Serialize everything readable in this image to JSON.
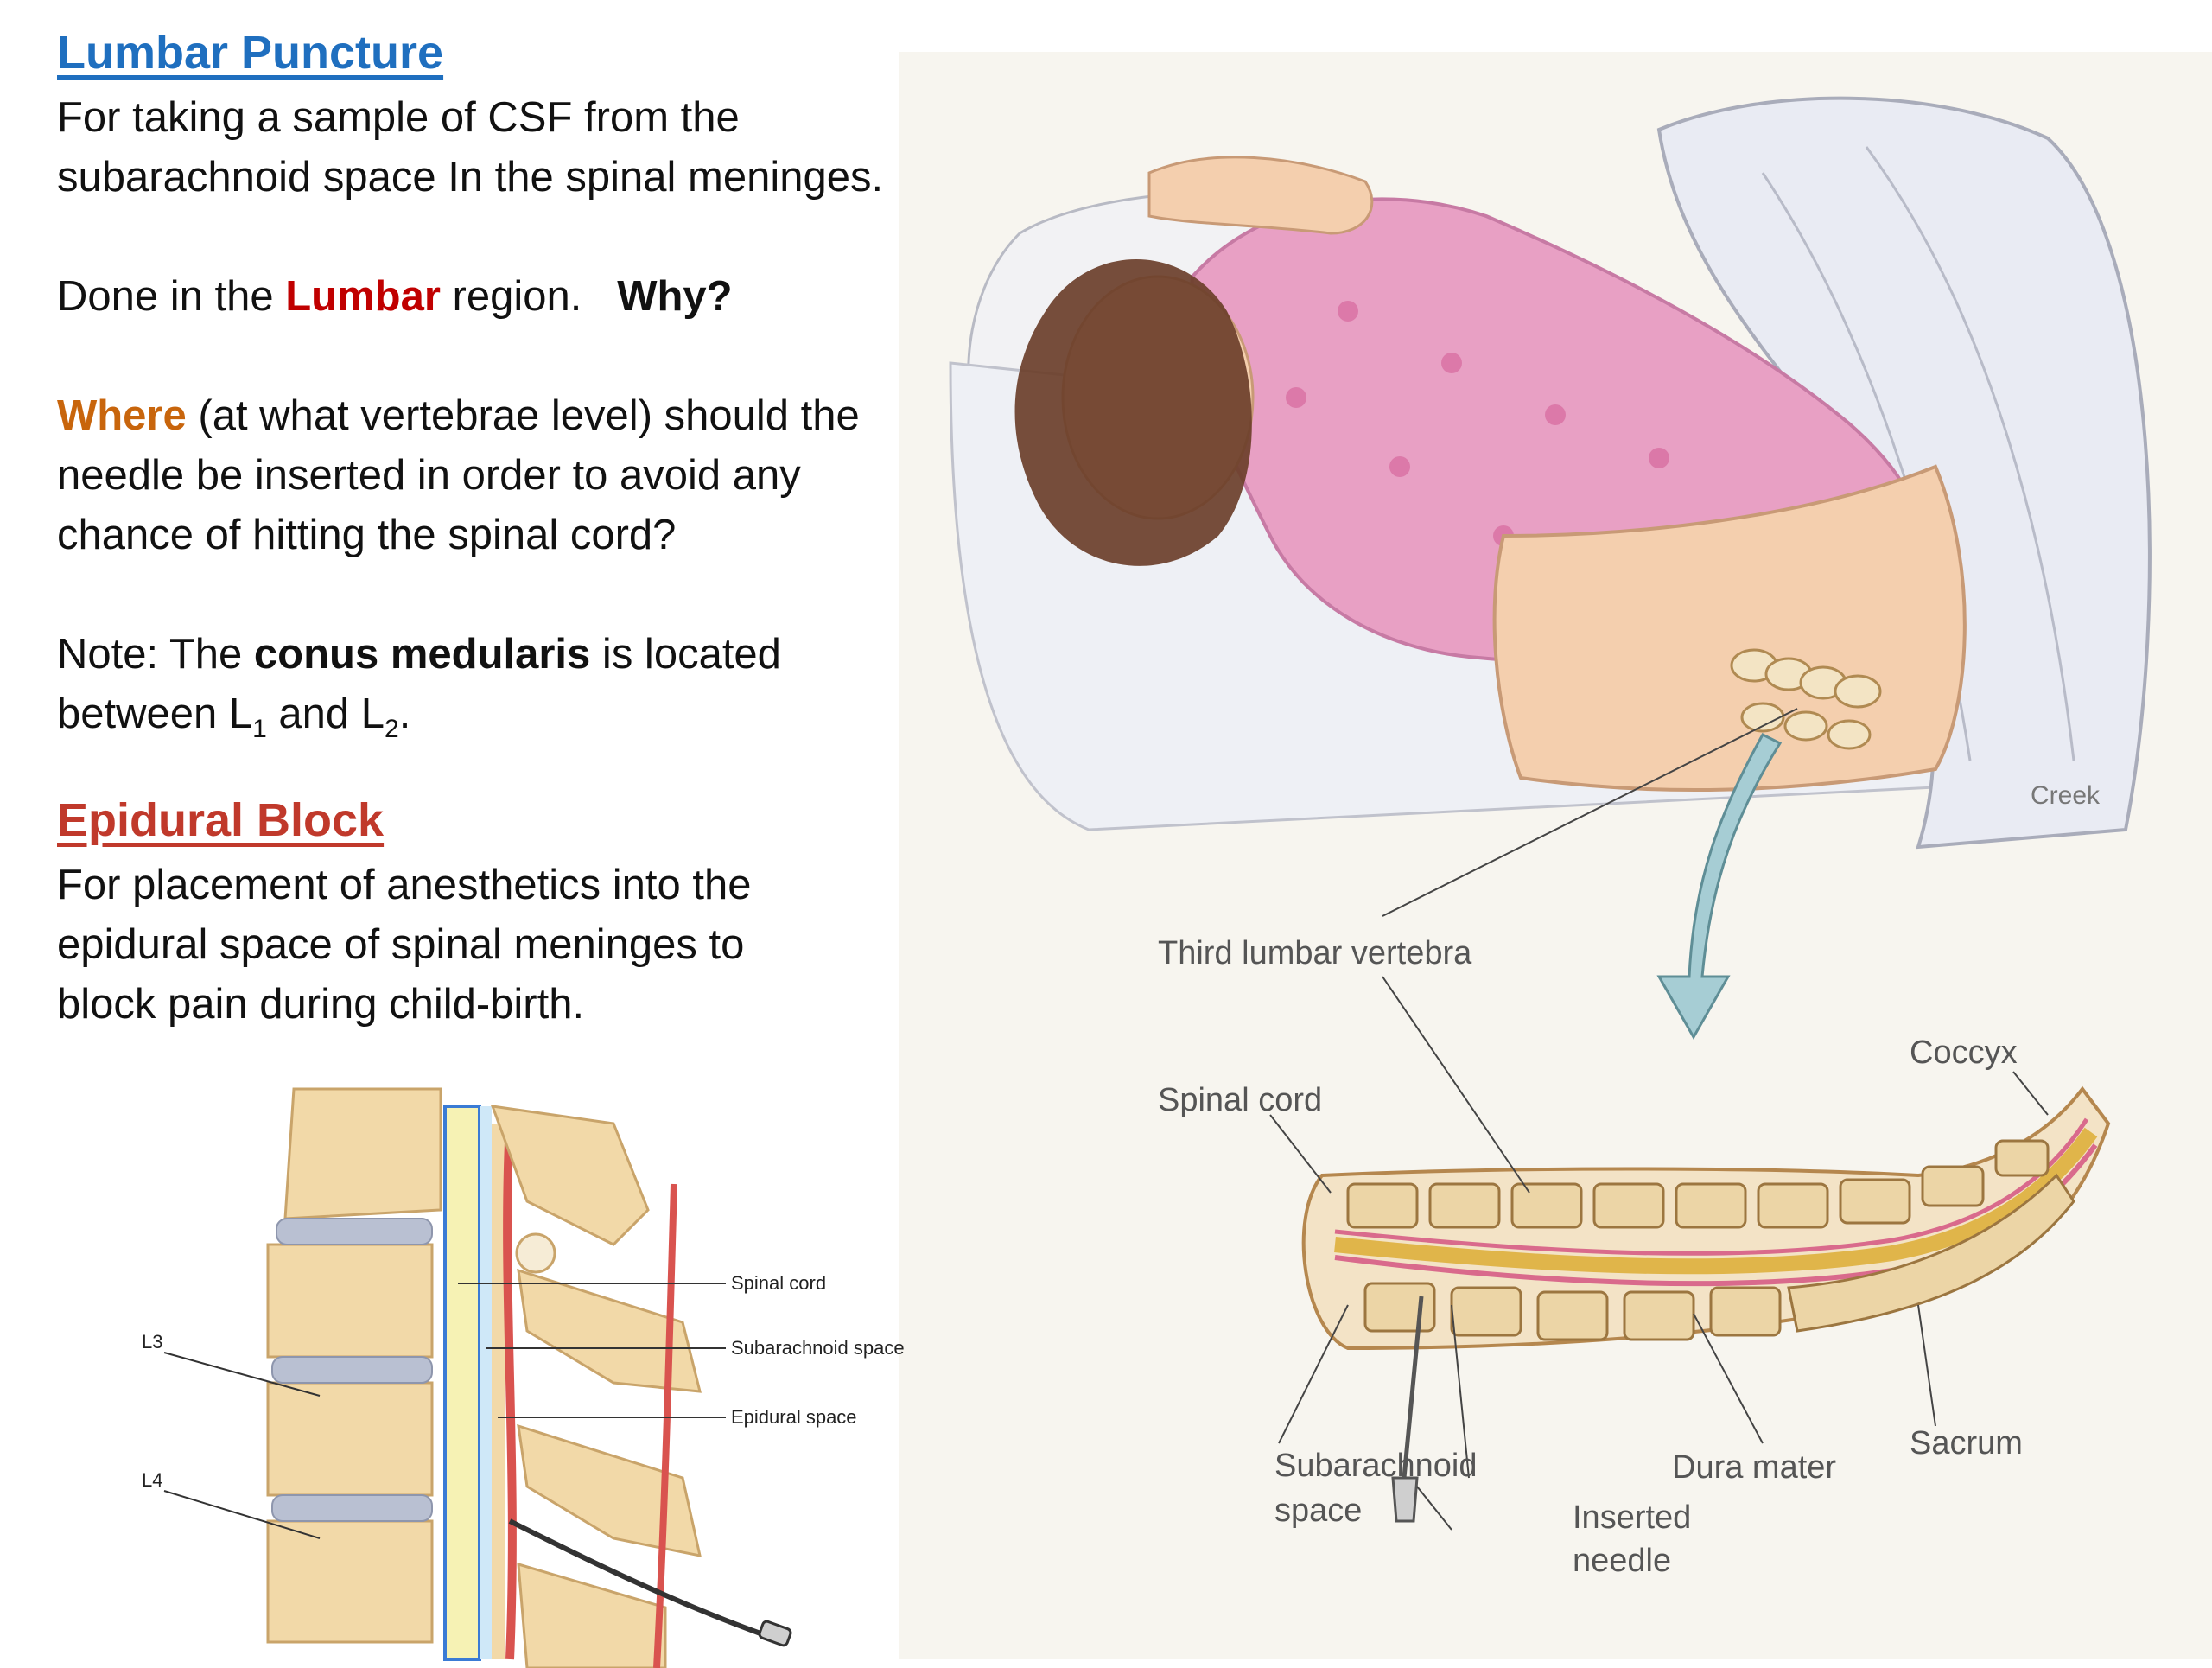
{
  "lumbar_puncture": {
    "heading": "Lumbar Puncture",
    "line1": "For taking a sample of CSF from the",
    "line2": "subarachnoid space In the spinal meninges.",
    "done_pre": "Done in the ",
    "done_lumbar": "Lumbar",
    "done_post": " region.",
    "why": "Why?",
    "where_word": "Where",
    "where_rest": " (at what vertebrae level) should the",
    "where_line2": "needle be inserted in order to avoid any",
    "where_line3": "chance of hitting the spinal cord?",
    "note_pre": "Note: The ",
    "note_bold": "conus medularis",
    "note_post": " is located",
    "between_pre": "between L",
    "sub1": "1",
    "between_mid": " and L",
    "sub2": "2",
    "between_post": "."
  },
  "epidural_block": {
    "heading": "Epidural Block",
    "line1": "For placement of anesthetics into the",
    "line2": "epidural space of spinal meninges to",
    "line3": "block pain during child-birth."
  },
  "main_figure": {
    "credit": "Creek",
    "label_third_lumbar": "Third lumbar vertebra",
    "label_spinal_cord": "Spinal cord",
    "label_coccyx": "Coccyx",
    "label_subarachnoid_1": "Subarachnoid",
    "label_subarachnoid_2": "space",
    "label_dura": "Dura mater",
    "label_sacrum": "Sacrum",
    "label_needle_1": "Inserted",
    "label_needle_2": "needle"
  },
  "epidural_figure": {
    "label_spinal_cord": "Spinal cord",
    "label_subarachnoid": "Subarachnoid space",
    "label_epidural": "Epidural space",
    "label_l3": "L3",
    "label_l4": "L4"
  },
  "colors": {
    "heading_blue": "#1f6fbf",
    "heading_red": "#c0392b",
    "lumbar_red": "#c00000",
    "where_orange": "#c8650c",
    "gown_pink": "#e8a0c4",
    "bone_tan": "#f2d9a8"
  }
}
